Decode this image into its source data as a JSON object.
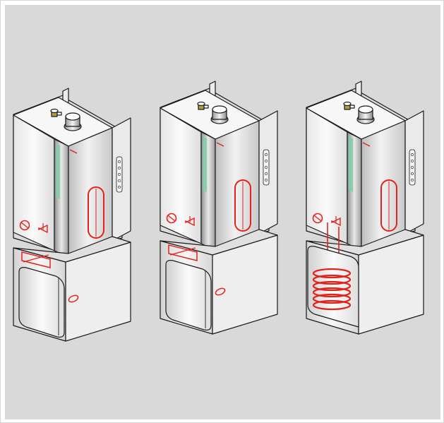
{
  "figure": {
    "panels": [
      {
        "name": "boiler-unit-1",
        "lower_component": "storage-tank"
      },
      {
        "name": "boiler-unit-2",
        "lower_component": "storage-tank"
      },
      {
        "name": "boiler-unit-3",
        "lower_component": "coil-cylinder"
      }
    ],
    "colors": {
      "background": "#d9d9d9",
      "casing_light": "#f4f4f4",
      "casing_mid": "#dcdcdc",
      "casing_dark": "#a9a9a9",
      "outline": "#1a1a1a",
      "accent_red": "#e2231a",
      "accent_green": "#7fcfa8",
      "flue_brass": "#b89a3c"
    },
    "icons": [
      "pump-icon",
      "valve-icon",
      "diverter-icon",
      "expansion-vessel-icon",
      "coil-icon",
      "flue-icon"
    ]
  }
}
